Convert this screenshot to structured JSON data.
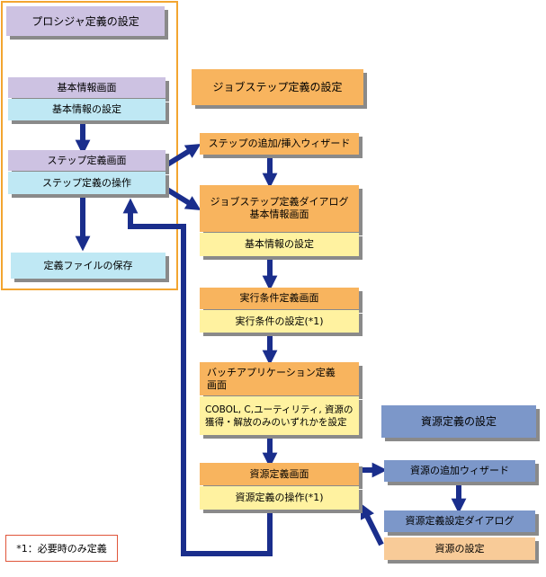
{
  "procedure_group": {
    "title": "プロシジャ定義の設定",
    "basic_screen": "基本情報画面",
    "basic_setting": "基本情報の設定",
    "step_screen": "ステップ定義画面",
    "step_operation": "ステップ定義の操作",
    "save_file": "定義ファイルの保存"
  },
  "jobstep_group": {
    "title": "ジョブステップ定義の設定",
    "wizard": "ステップの追加/挿入ウィザード",
    "dialog_line1": "ジョブステップ定義ダイアログ",
    "dialog_line2": "基本情報画面",
    "basic_setting": "基本情報の設定",
    "exec_screen": "実行条件定義画面",
    "exec_setting": "実行条件の設定(*1)",
    "batch_line1": "バッチアプリケーション定義",
    "batch_line2": "画面",
    "batch_desc_line1": "COBOL, C,ユーティリティ, 資源の",
    "batch_desc_line2": "獲得・解放のみのいずれかを設定",
    "resource_screen": "資源定義画面",
    "resource_operation": "資源定義の操作(*1)"
  },
  "resource_group": {
    "title": "資源定義の設定",
    "wizard": "資源の追加ウィザード",
    "dialog": "資源定義設定ダイアログ",
    "setting": "資源の設定"
  },
  "footnote": "*1：必要時のみ定義",
  "colors": {
    "arrow": "#1a2e8c",
    "frame": "#f3a530",
    "lavender": "#cdc2e2",
    "sky": "#bfe8f4",
    "orange": "#f8b45e",
    "yellow": "#fff2a0",
    "blue": "#7c97c9",
    "peach": "#f8cb98"
  }
}
